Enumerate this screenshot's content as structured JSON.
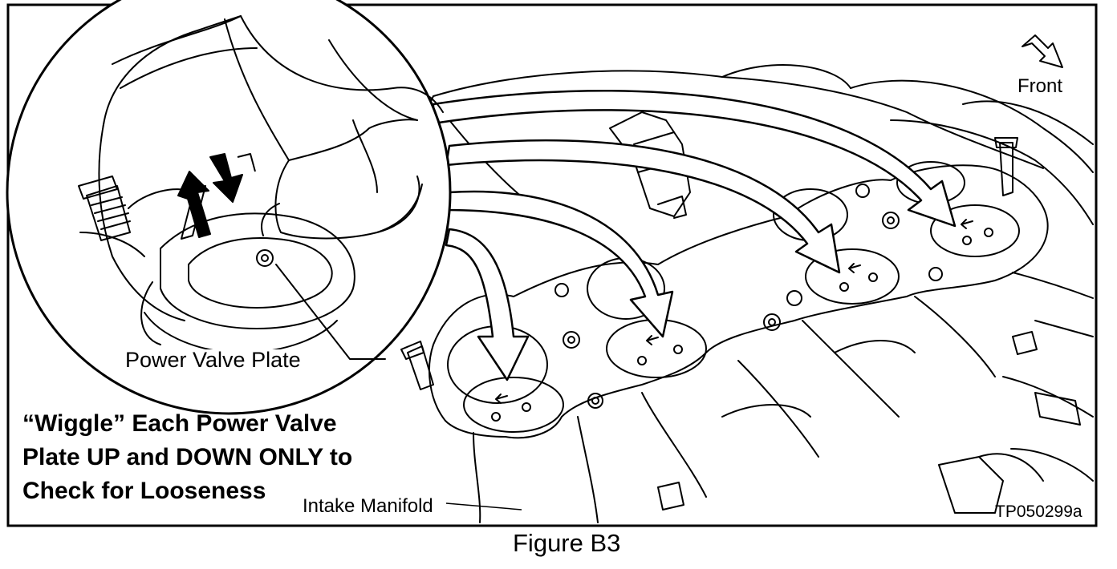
{
  "labels": {
    "front": "Front",
    "power_valve_plate": "Power Valve Plate",
    "intake_manifold": "Intake Manifold",
    "figure_code": "TP050299a",
    "caption": "Figure B3"
  },
  "instruction": {
    "lines": [
      "“Wiggle” Each Power Valve",
      "Plate UP and DOWN ONLY to",
      "Check for Looseness"
    ]
  },
  "colors": {
    "ink": "#000000",
    "paper": "#ffffff"
  },
  "icons": {
    "direction": "front-arrow-icon",
    "motion": "up-down-arrows-icon"
  }
}
